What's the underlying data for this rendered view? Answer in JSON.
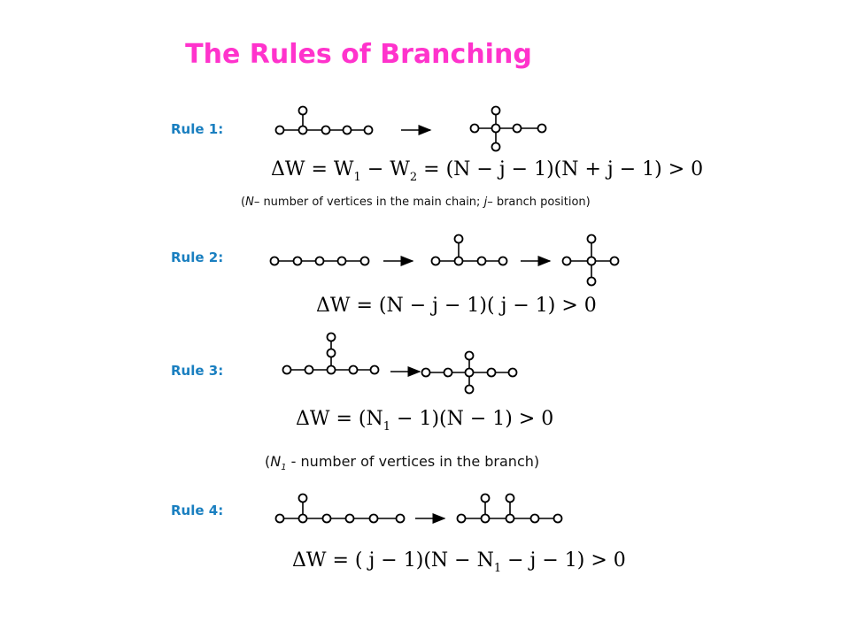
{
  "title": "The Rules of Branching",
  "rules": [
    {
      "label": "Rule 1:",
      "equation": [
        "ΔW = W",
        "1",
        " − W",
        "2",
        " = (N − j − 1)(N + j − 1) > 0"
      ],
      "note": [
        "(",
        "N",
        "– number  of vertices in the main chain; ",
        "j",
        "– branch position)"
      ]
    },
    {
      "label": "Rule 2:",
      "equation": [
        "ΔW = (N − j − 1)( j − 1) > 0"
      ]
    },
    {
      "label": "Rule 3:",
      "equation": [
        "ΔW = (N",
        "1",
        " − 1)(N − 1) > 0"
      ],
      "note": [
        "(",
        "N",
        "1",
        " - number  of vertices in the branch)"
      ]
    },
    {
      "label": "Rule 4:",
      "equation": [
        "ΔW = ( j − 1)(N − N",
        "1",
        " − j − 1) > 0"
      ]
    }
  ]
}
